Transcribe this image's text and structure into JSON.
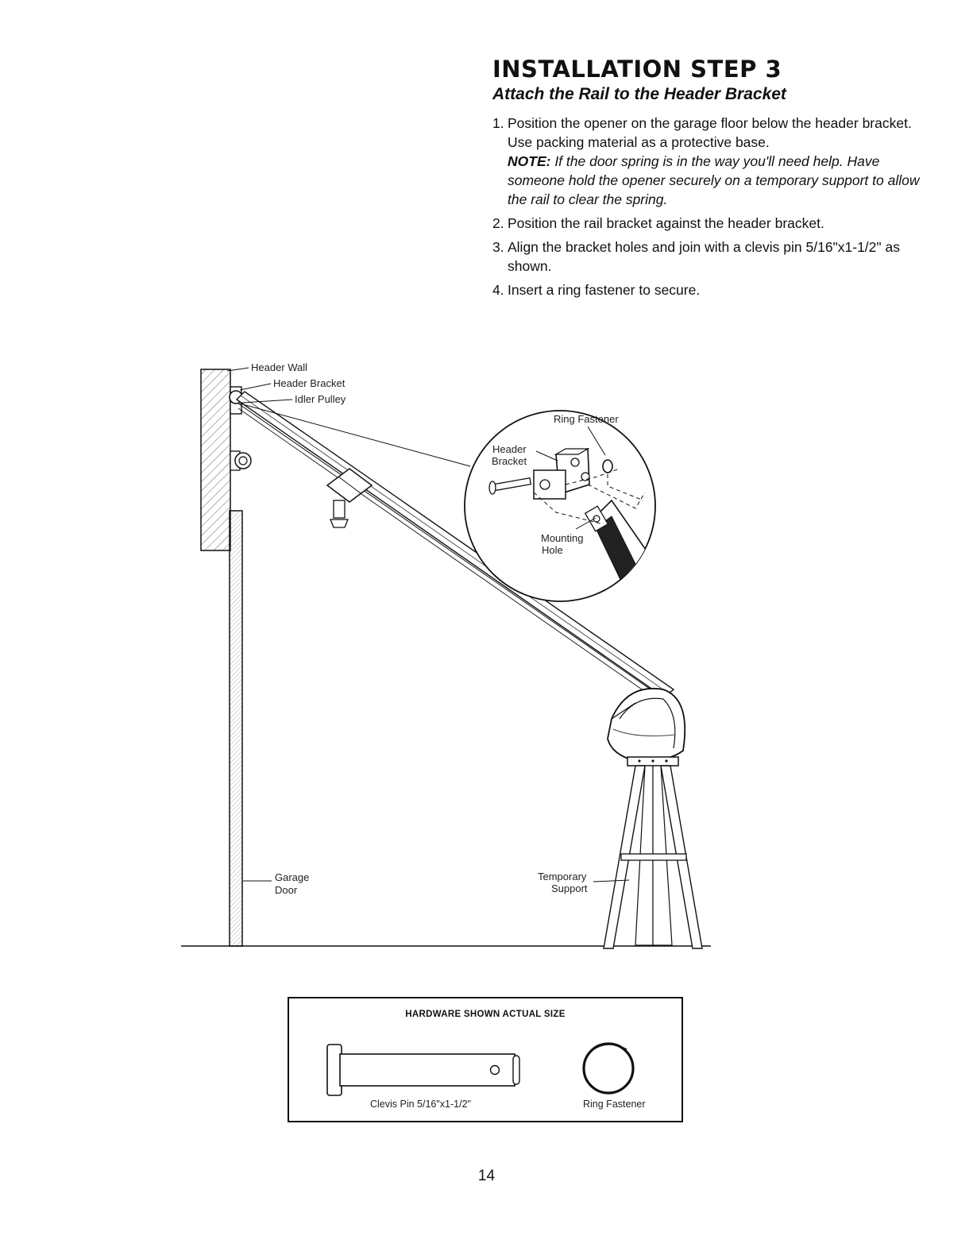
{
  "header": {
    "title": "INSTALLATION STEP 3",
    "subtitle": "Attach the Rail to the Header Bracket"
  },
  "steps": [
    {
      "num": "1.",
      "text": "Position the opener on the garage floor below the header bracket. Use packing material as a protective base.",
      "note_label": "NOTE:",
      "note_text": " If the door spring is in the way you'll need help. Have someone hold the opener securely on a temporary support to allow the rail to clear the spring."
    },
    {
      "num": "2.",
      "text": "Position the rail bracket against the header bracket."
    },
    {
      "num": "3.",
      "text": "Align the bracket holes and join with a clevis pin 5/16\"x1-1/2\" as shown."
    },
    {
      "num": "4.",
      "text": "Insert a ring fastener to secure."
    }
  ],
  "diagram": {
    "labels": {
      "header_wall": "Header Wall",
      "header_bracket": "Header Bracket",
      "idler_pulley": "Idler Pulley",
      "ring_fastener": "Ring Fastener",
      "detail_header_line1": "Header",
      "detail_header_line2": "Bracket",
      "mounting_line1": "Mounting",
      "mounting_line2": "Hole",
      "garage_line1": "Garage",
      "garage_line2": "Door",
      "temporary_line1": "Temporary",
      "temporary_line2": "Support"
    }
  },
  "hardware": {
    "title": "HARDWARE SHOWN ACTUAL SIZE",
    "clevis_label": "Clevis Pin 5/16\"x1-1/2\"",
    "ring_label": "Ring Fastener"
  },
  "page_number": "14"
}
